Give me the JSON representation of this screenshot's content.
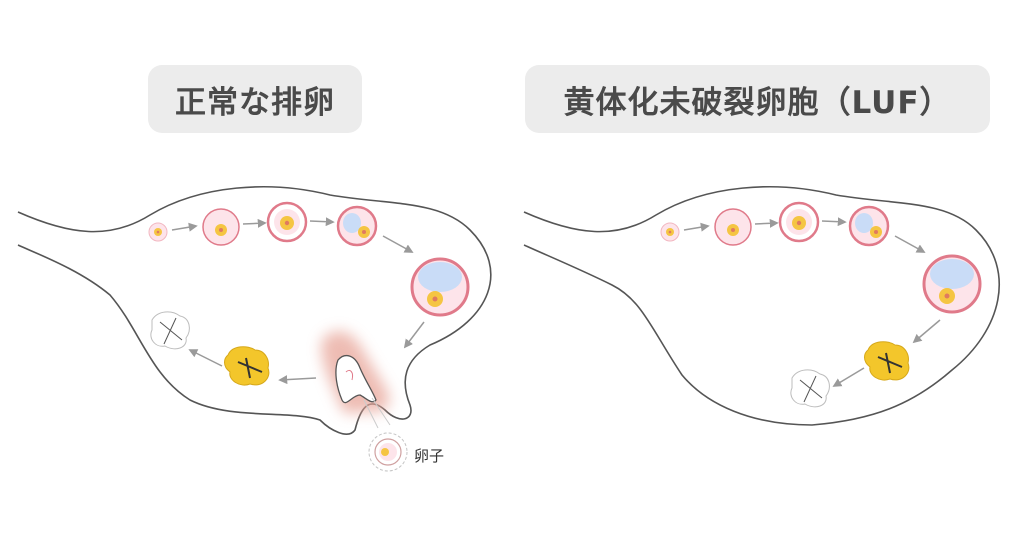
{
  "panels": {
    "left": {
      "title": "正常な排卵",
      "egg_label": "卵子"
    },
    "right": {
      "title": "黄体化未破裂卵胞（LUF）"
    }
  },
  "colors": {
    "outline": "#555555",
    "follicle_ring": "#e07a8a",
    "follicle_fill": "#fde4ea",
    "oocyte": "#f5c542",
    "antrum": "#c9dcf7",
    "corpus_luteum": "#f3c62b",
    "rupture_glow": "#e8a69a",
    "arrow": "#9a9a9a"
  }
}
